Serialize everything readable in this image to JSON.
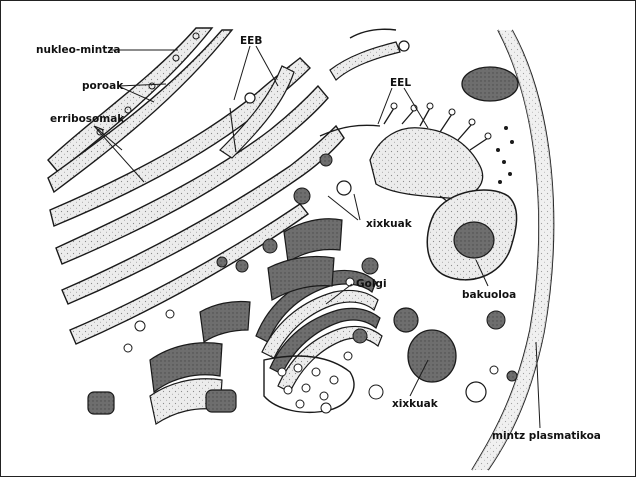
{
  "labels": {
    "nuclear_membrane": "nukleo-mintza",
    "pores": "poroak",
    "ribosomes": "erribosomak",
    "rough_er": "EEB",
    "smooth_er": "EEL",
    "vesicles_upper": "xixkuak",
    "golgi": "Golgi",
    "vacuole": "bakuoloa",
    "vesicles_lower": "xixkuak",
    "plasma_membrane": "mintz plasmatikoa"
  },
  "colors": {
    "ink": "#1a1a1a",
    "organelle_fill": "#ececec",
    "dark_fill": "#6a6a6a",
    "background": "#ffffff"
  }
}
